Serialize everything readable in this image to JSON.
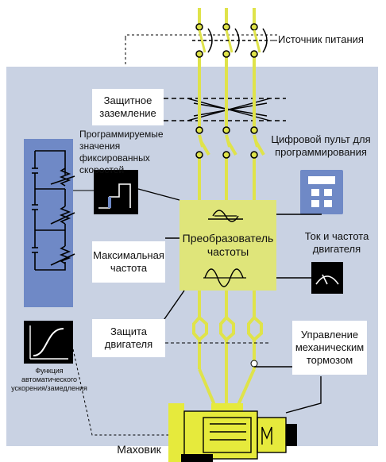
{
  "labels": {
    "power_source": "Источник питания",
    "protective_ground": "Защитное заземление",
    "programmable_speeds": "Программируемые значения фиксированных скоростей",
    "digital_panel": "Цифровой пульт для программирования",
    "converter": "Преобразователь частоты",
    "max_frequency": "Максимальная частота",
    "motor_current_freq": "Ток и частота двигателя",
    "motor_protection": "Защита двигателя",
    "brake_control": "Управление механическим тормозом",
    "accel_function": "Функция автоматического ускорения/замедления",
    "flywheel": "Маховик"
  },
  "colors": {
    "panel": "#c9d2e3",
    "wire": "#dfe34a",
    "converter": "#dfe57a",
    "resistor_block": "#6f89c6",
    "keypad": "#6f89c6",
    "motor": "#e6ea3c"
  }
}
